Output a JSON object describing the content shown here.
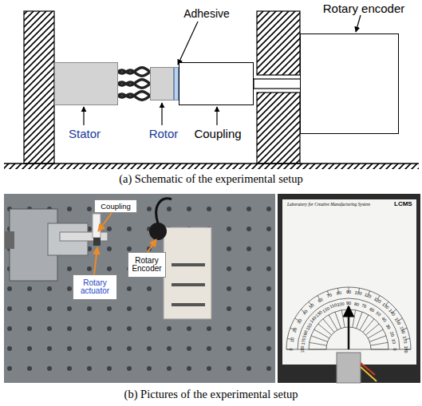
{
  "diagram": {
    "nodes": [
      {
        "text": [
          "Stator"
        ]
      },
      {
        "text": [
          "Rotor"
        ]
      },
      {
        "text": [
          "Adhesive"
        ]
      },
      {
        "text": [
          "Coupling"
        ]
      },
      {
        "text": [
          "Rotary encoder"
        ]
      },
      {
        "text": [
          "Coupling"
        ]
      },
      {
        "text": [
          "Rotary actuator"
        ]
      },
      {
        "text": [
          "Rotary Encoder"
        ]
      }
    ],
    "labels": [
      "(a) Schematic of the experimental setup",
      "(b) Pictures of the experimental setup",
      "Laboratory for Creative Manufacturing System",
      "LCMS",
      "0",
      "10",
      "20",
      "30",
      "40",
      "50",
      "60",
      "70",
      "80",
      "90",
      "100",
      "110",
      "120",
      "130",
      "140",
      "150",
      "160",
      "170",
      "180",
      "180",
      "170",
      "160",
      "150",
      "140",
      "130",
      "120",
      "110",
      "100",
      "90",
      "80",
      "70",
      "60",
      "50",
      "40",
      "30",
      "20",
      "10",
      "0"
    ]
  }
}
